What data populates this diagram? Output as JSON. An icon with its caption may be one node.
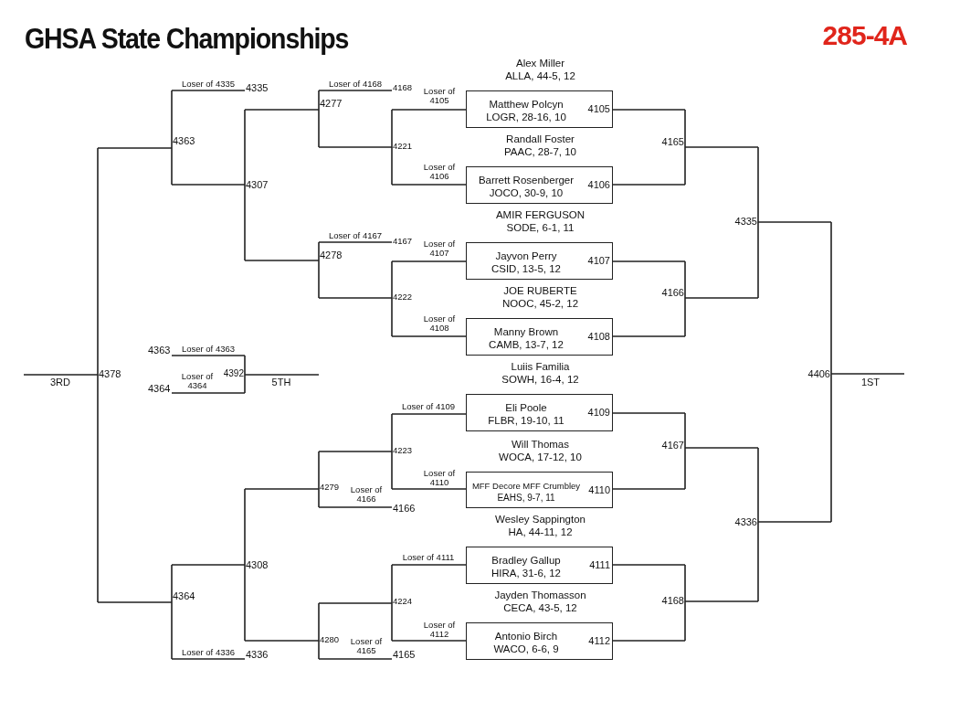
{
  "diagram": {
    "title": "GHSA State Championships",
    "nodes": [
      {
        "text": [
          "Alex Miller",
          "ALLA, 44-5, 12",
          "Matthew Polcyn",
          "LOGR, 28-16, 10",
          "4105"
        ]
      },
      {
        "text": [
          "Randall Foster",
          "PAAC, 28-7, 10",
          "Barrett Rosenberger",
          "JOCO, 30-9, 10",
          "4106"
        ]
      },
      {
        "text": [
          "AMIR FERGUSON",
          "SODE, 6-1, 11",
          "Jayvon Perry",
          "CSID, 13-5, 12",
          "4107"
        ]
      },
      {
        "text": [
          "JOE RUBERTE",
          "NOOC, 45-2, 12",
          "Manny Brown",
          "CAMB, 13-7, 12",
          "4108"
        ]
      },
      {
        "text": [
          "Luiis Familia",
          "SOWH, 16-4, 12",
          "Eli Poole",
          "FLBR, 19-10, 11",
          "4109"
        ]
      },
      {
        "text": [
          "Will Thomas",
          "WOCA, 17-12, 10",
          "MFF Decore MFF Crumbley",
          "EAHS, 9-7, 11",
          "4110"
        ]
      },
      {
        "text": [
          "Wesley Sappington",
          "HA, 44-11, 12",
          "Bradley Gallup",
          "HIRA, 31-6, 12",
          "4111"
        ]
      },
      {
        "text": [
          "Jayden Thomasson",
          "CECA, 43-5, 12",
          "Antonio Birch",
          "WACO, 6-6, 9",
          "4112"
        ]
      }
    ],
    "labels": [
      "285-4A",
      "Loser of 4335",
      "4335",
      "Loser of 4168",
      "4168",
      "4277",
      "Loser of 4105",
      "4165",
      "4363",
      "4221",
      "Loser of 4106",
      "4307",
      "4335",
      "Loser of 4167",
      "4167",
      "4278",
      "Loser of 4107",
      "4166",
      "4222",
      "Loser of 4108",
      "4363",
      "Loser of 4363",
      "3RD",
      "4378",
      "Loser of 4364",
      "4392",
      "5TH",
      "4406",
      "1ST",
      "4364",
      "Loser of 4109",
      "4167",
      "4223",
      "4279",
      "Loser of 4110",
      "Loser of 4166",
      "4166",
      "4336",
      "Loser of 4111",
      "4308",
      "4364",
      "4168",
      "4224",
      "Loser of 4112",
      "4280",
      "Loser of 4165",
      "Loser of 4336",
      "4336",
      "4165"
    ]
  }
}
